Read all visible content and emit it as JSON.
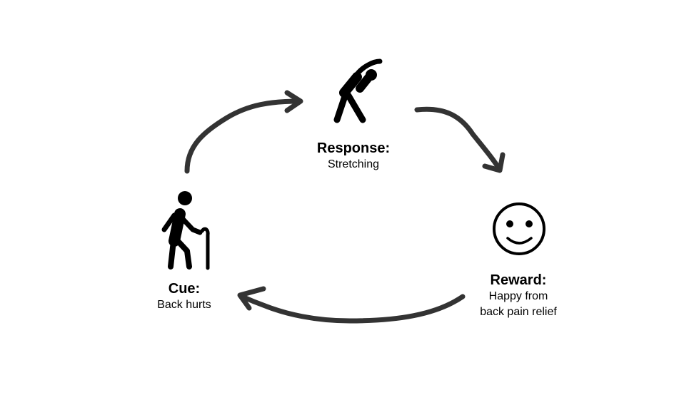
{
  "colors": {
    "arrow": "#333333",
    "icon": "#000000",
    "background": "#ffffff"
  },
  "nodes": {
    "response": {
      "title": "Response:",
      "description": "Stretching",
      "icon": "stretching-person-icon"
    },
    "reward": {
      "title": "Reward:",
      "description_lines": [
        "Happy from",
        "back pain relief"
      ],
      "icon": "smiley-face-icon"
    },
    "cue": {
      "title": "Cue:",
      "description": "Back hurts",
      "icon": "elderly-person-with-cane-icon"
    }
  },
  "arrows": [
    {
      "from": "cue",
      "to": "response"
    },
    {
      "from": "response",
      "to": "reward"
    },
    {
      "from": "reward",
      "to": "cue"
    }
  ]
}
